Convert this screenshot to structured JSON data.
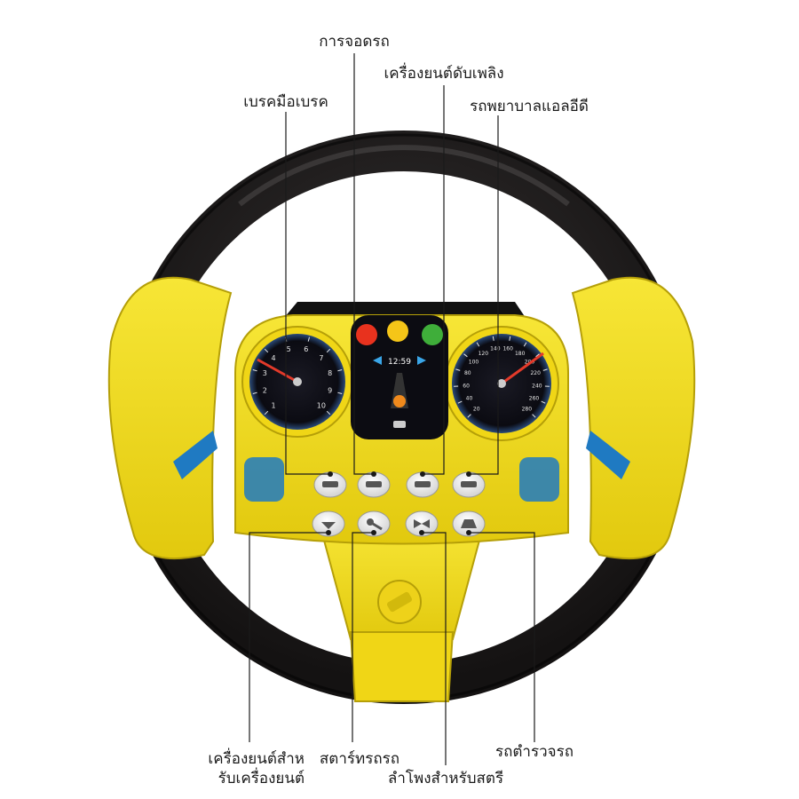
{
  "labels": {
    "parking": "การจอดรถ",
    "fire_truck": "เครื่องยนต์ดับเพลิง",
    "hand_brake": "เบรคมือเบรค",
    "ambulance": "รถพยาบาลแอลอีดี",
    "engine_start_line1": "เครื่องยนต์สำห",
    "engine_start_line2": "รับเครื่องยนต์",
    "start_car": "สตาร์ทรถรถ",
    "speaker": "ลำโพงสำหรับสตรี",
    "police_car": "รถตำรวจรถ"
  },
  "dashboard": {
    "clock": "12:59",
    "left_gauge_ticks": [
      "1",
      "2",
      "3",
      "4",
      "5",
      "6",
      "7",
      "8",
      "9",
      "10"
    ],
    "right_gauge_ticks": [
      "20",
      "40",
      "60",
      "80",
      "100",
      "120",
      "140",
      "160",
      "180",
      "200",
      "220",
      "240",
      "260",
      "280"
    ]
  },
  "colors": {
    "wheel_rim": "#1c1a1a",
    "body_yellow": "#f2dc1a",
    "body_shadow": "#c9b40c",
    "accent_blue": "#1f7ac2",
    "light_red": "#e8321e",
    "light_yellow": "#f5c518",
    "light_green": "#3fae3a",
    "needle": "#e33a2a"
  }
}
